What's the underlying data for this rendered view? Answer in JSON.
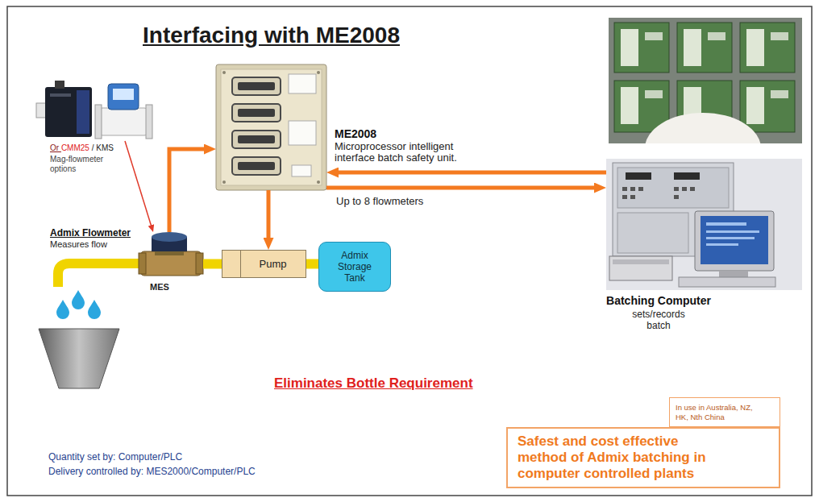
{
  "diagram": {
    "title": "Interfacing with ME2008",
    "nodes": [
      {
        "text": [
          "Or CMM25 / KMS",
          "Mag-flowmeter options"
        ]
      },
      {
        "text": [
          "ME2008",
          "Microprocessor intelligent interface batch safety unit."
        ]
      },
      {
        "text": [
          "Batching Computer",
          "sets/records batch"
        ]
      },
      {
        "text": [
          "Admix Flowmeter",
          "Measures flow",
          "MES"
        ]
      },
      {
        "text": [
          "Pump"
        ]
      },
      {
        "text": [
          "Admix Storage Tank"
        ]
      },
      {
        "text": [
          "In use in Australia, NZ, HK, Nth China"
        ]
      },
      {
        "text": [
          "Safest and cost effective method of Admix batching in computer controlled plants"
        ]
      }
    ],
    "edges": [
      {
        "from": 2,
        "to": 1,
        "arrow": "to"
      },
      {
        "from": 1,
        "to": 2,
        "label": "Up to 8 flowmeters",
        "arrow": "to"
      },
      {
        "from": 3,
        "to": 1,
        "arrow": "to"
      },
      {
        "from": 1,
        "to": 4,
        "arrow": "to"
      },
      {
        "from": 0,
        "to": 3,
        "arrow": "to"
      },
      {
        "from": 3,
        "to": 4,
        "arrow": "none"
      },
      {
        "from": 4,
        "to": 5,
        "arrow": "none"
      }
    ],
    "labels": [
      "Eliminates Bottle Requirement",
      "Quantity set by: Computer/PLC",
      "Delivery controlled by: MES2000/Computer/PLC"
    ]
  }
}
